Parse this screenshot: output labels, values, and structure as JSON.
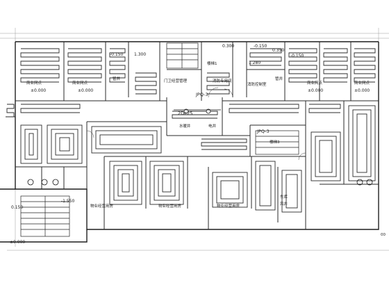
{
  "labels": {
    "lvl_top_left": "-0.150",
    "lvl_top_left_b": "1.300",
    "lvl_top_mid": "0.300",
    "lvl_top_right_a": "-0.150",
    "lvl_top_right_b": "0.350",
    "lvl_top_right_c": "-0.150",
    "lvl_mid_right": "1.280",
    "lvl_left_a": "±0.000",
    "lvl_left_b": "±0.000",
    "lvl_right_a": "±0.000",
    "lvl_right_b": "±0.000",
    "lvl_bottom_left_a": "0.150",
    "lvl_bottom_left_b": "-1.550",
    "lvl_bottom_left_c": "±0.000",
    "pipe_tag_left": "JPQ-3",
    "pipe_tag_right": "JPQ-3",
    "pipe_spec": "2De25",
    "room_shop_tl": "商业网点",
    "room_shop_tr1": "商业网点",
    "room_shop_tr2": "商业网点",
    "room_shop_tl2": "商业网点",
    "room_stair1": "楼梯1",
    "room_stair3": "楼梯3",
    "room_well_l": "管井",
    "room_well_r": "管井",
    "room_mgmt": "门卫经营管理",
    "room_hydrant": "消防专用间",
    "room_fire": "消防控制室",
    "room_water_well": "水暖井",
    "room_elec_well": "电井",
    "room_prop_1": "物业经营用房",
    "room_prop_2": "物业经营用房",
    "room_prop_3": "物业经营用房",
    "room_garage": "车库",
    "room_garage2": "风井",
    "edge_right": "00"
  }
}
